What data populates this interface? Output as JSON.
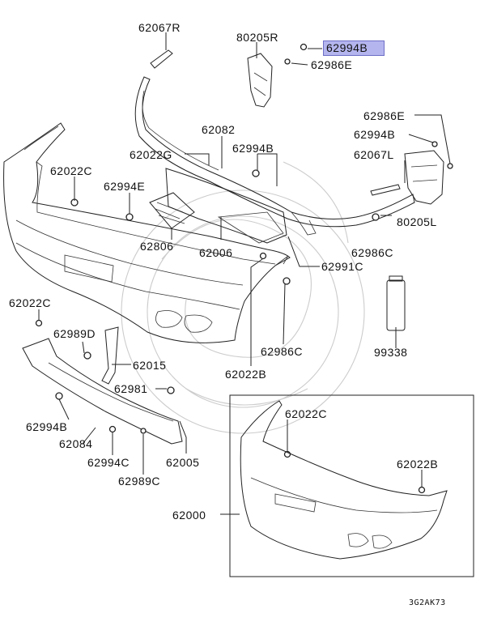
{
  "diagram": {
    "highlight_color": "#b4b5ee",
    "highlighted_part": "62994B",
    "footer_code": "3G2AK73",
    "labels": {
      "p62067R": "62067R",
      "p80205R": "80205R",
      "p62994B_top": "62994B",
      "p62986E_top": "62986E",
      "p62082": "62082",
      "p62022G": "62022G",
      "p62994B_mid": "62994B",
      "p62986E_right": "62986E",
      "p62994B_right": "62994B",
      "p62067L": "62067L",
      "p80205L": "80205L",
      "p62022C_left": "62022C",
      "p62994E": "62994E",
      "p62806": "62806",
      "p62006": "62006",
      "p62991C": "62991C",
      "p62986C_right": "62986C",
      "p62022C_low": "62022C",
      "p62989D": "62989D",
      "p62015": "62015",
      "p62986C_mid": "62986C",
      "p99338": "99338",
      "p62022B_mid": "62022B",
      "p62981": "62981",
      "p62994B_low": "62994B",
      "p62084": "62084",
      "p62994C": "62994C",
      "p62005": "62005",
      "p62989C": "62989C",
      "p62022C_box": "62022C",
      "p62022B_box": "62022B",
      "p62000": "62000"
    }
  }
}
